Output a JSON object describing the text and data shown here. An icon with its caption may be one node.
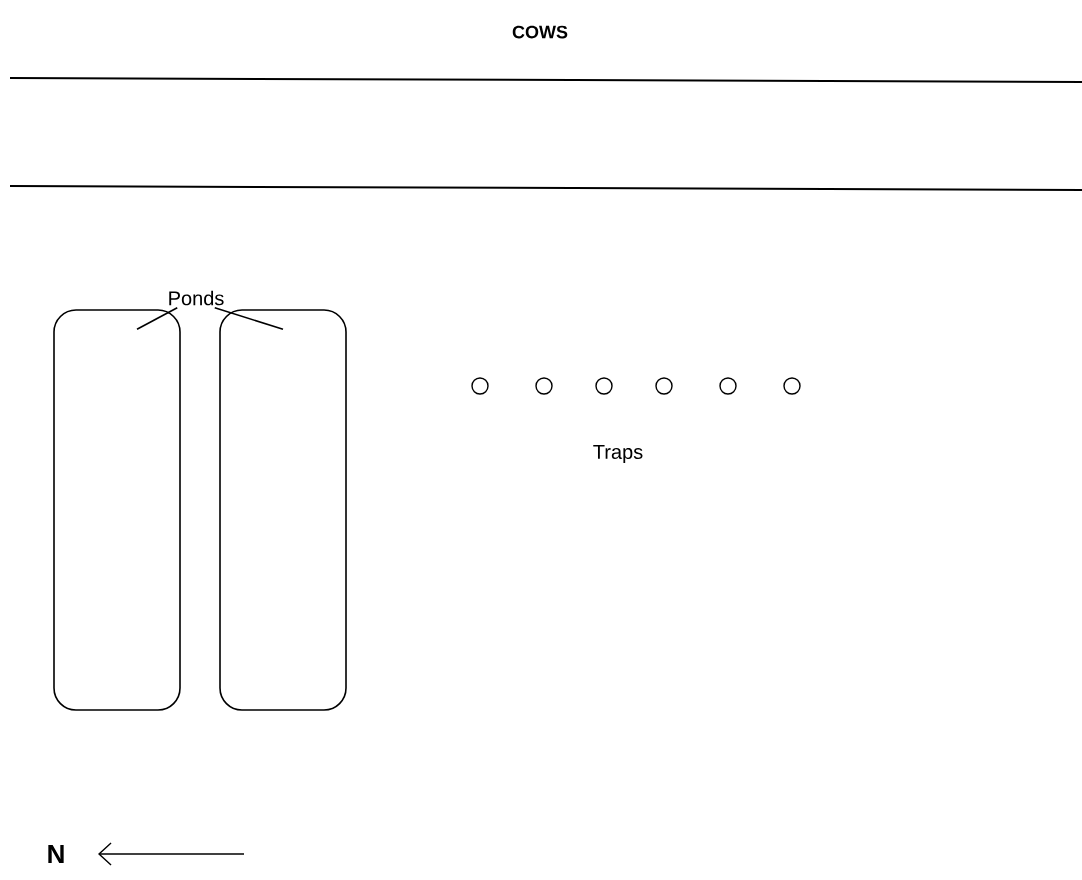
{
  "diagram": {
    "nodes": [
      {
        "text": [
          "Ponds"
        ]
      },
      {
        "text": [],
        "shape": "box"
      },
      {
        "text": [],
        "shape": "box"
      },
      {
        "text": [],
        "shape": "circle"
      },
      {
        "text": [],
        "shape": "circle"
      },
      {
        "text": [],
        "shape": "circle"
      },
      {
        "text": [],
        "shape": "circle"
      },
      {
        "text": [],
        "shape": "circle"
      },
      {
        "text": [],
        "shape": "circle"
      }
    ],
    "edges": [
      {
        "from": 0,
        "to": 1,
        "arrow": "none"
      },
      {
        "from": 0,
        "to": 2,
        "arrow": "none"
      }
    ],
    "labels": [
      "COWS",
      "Traps",
      "N"
    ]
  }
}
